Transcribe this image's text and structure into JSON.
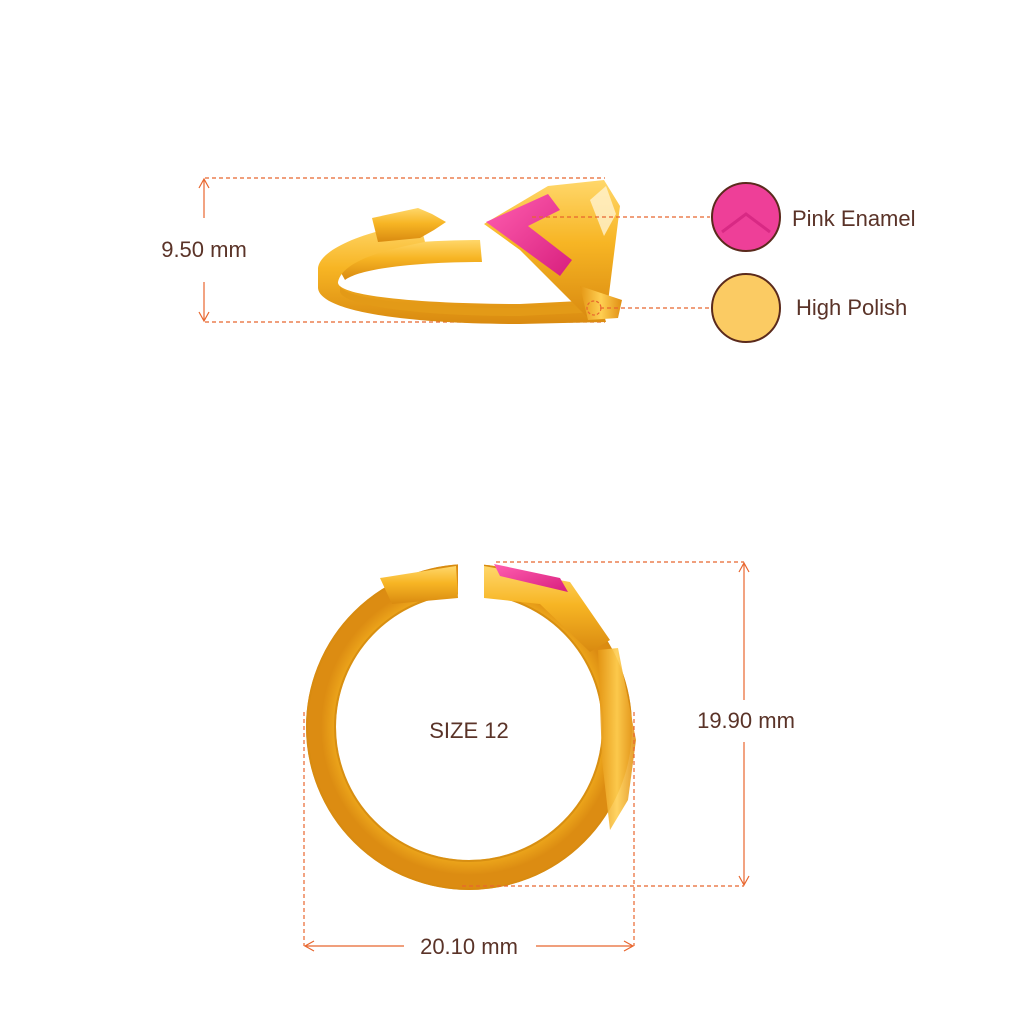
{
  "side_view": {
    "height_label": "9.50 mm"
  },
  "legend": {
    "items": [
      {
        "label": "Pink Enamel",
        "color": "#ee3f98"
      },
      {
        "label": "High Polish",
        "color": "#fbcb63"
      }
    ]
  },
  "top_view": {
    "size_label": "SIZE 12",
    "height_label": "19.90 mm",
    "width_label": "20.10 mm"
  },
  "colors": {
    "gold": "#f4b01f",
    "gold_dark": "#d8860f",
    "gold_light": "#ffd76a",
    "enamel": "#e8338a",
    "dimension_line": "#e8662e",
    "text": "#5a3328"
  }
}
